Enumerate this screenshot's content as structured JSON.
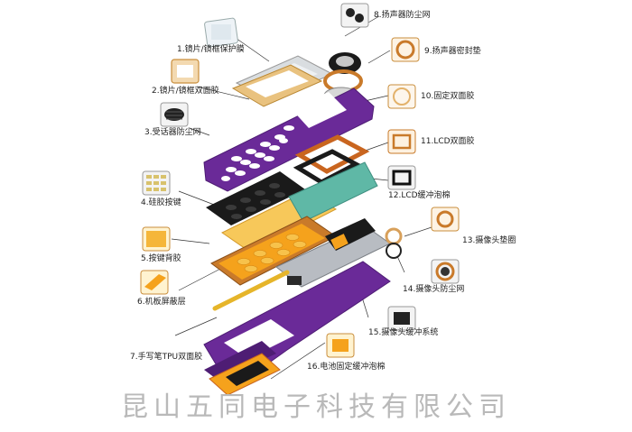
{
  "labels": {
    "p1": "1.镜片/镜框保护膜",
    "p2": "2.镜片/镜框双面胶",
    "p3": "3.受话器防尘网",
    "p4": "4.硅胶按键",
    "p5": "5.按键背胶",
    "p6": "6.机板屏蔽层",
    "p7": "7.手写笔TPU双面胶",
    "p8": "8.扬声器防尘网",
    "p9": "9.扬声器密封垫",
    "p10": "10.固定双面胶",
    "p11": "11.LCD双面胶",
    "p12": "12.LCD缓冲泡棉",
    "p13": "13.摄像头垫圈",
    "p14": "14.摄像头防尘网",
    "p15": "15.摄像头缓冲系统",
    "p16": "16.电池固定缓冲泡棉"
  },
  "company": "昆山五同电子科技有限公司",
  "colors": {
    "purple": "#6a2a98",
    "purple_dark": "#4e1d74",
    "orange": "#f5a21c",
    "copper": "#c97a2a",
    "black": "#1a1a1a",
    "teal": "#5fb8a6",
    "silver": "#b8bcc2"
  }
}
